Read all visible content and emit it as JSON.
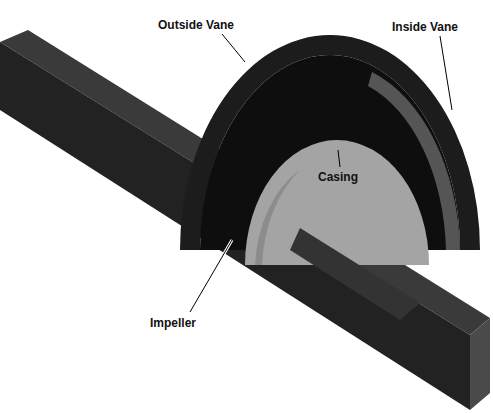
{
  "diagram": {
    "labels": [
      "Outside Vane",
      "Inside Vane",
      "Casing",
      "Impeller"
    ]
  }
}
